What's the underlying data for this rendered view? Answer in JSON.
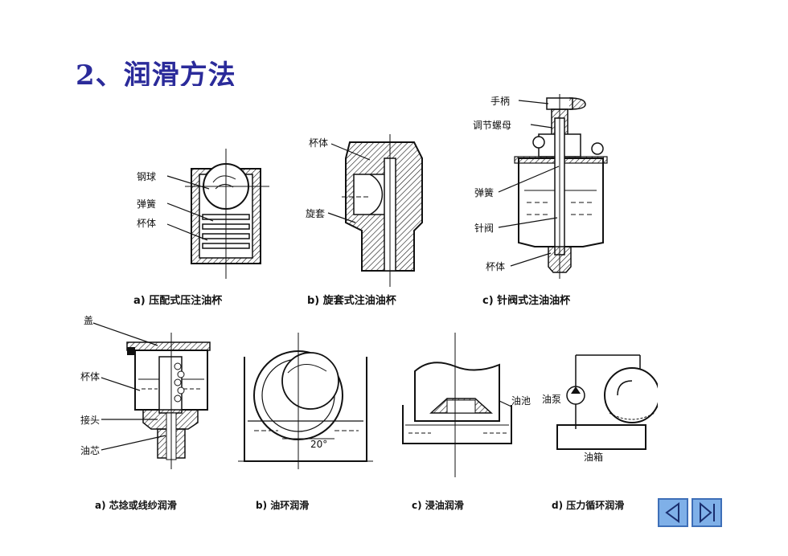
{
  "title": "2、润滑方法",
  "top_figures": {
    "a": {
      "caption": "a) 压配式压注油杯",
      "labels": [
        "钢球",
        "弹簧",
        "杯体"
      ]
    },
    "b": {
      "caption": "b) 旋套式注油油杯",
      "labels": [
        "杯体",
        "旋套"
      ]
    },
    "c": {
      "caption": "c) 针阀式注油油杯",
      "labels": [
        "手柄",
        "调节螺母",
        "弹簧",
        "针阀",
        "杯体"
      ]
    }
  },
  "bottom_figures": {
    "a": {
      "caption": "a) 芯捻或线纱润滑",
      "labels": [
        "盖",
        "杯体",
        "接头",
        "油芯"
      ]
    },
    "b": {
      "caption": "b) 油环润滑",
      "labels": [
        "20°"
      ]
    },
    "c": {
      "caption": "c) 浸油润滑",
      "labels": [
        "油池"
      ]
    },
    "d": {
      "caption": "d) 压力循环润滑",
      "labels": [
        "油泵",
        "油箱"
      ]
    }
  },
  "nav": {
    "prev_icon": "triangle-left-icon",
    "next_icon": "triangle-right-bar-icon",
    "button_color": "#7fb0e8"
  }
}
